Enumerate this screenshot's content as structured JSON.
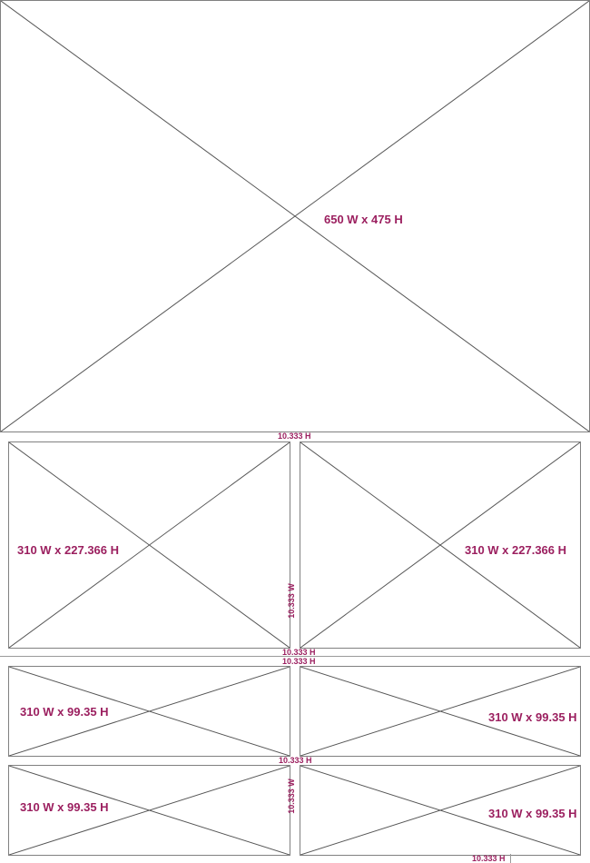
{
  "colors": {
    "label": "#9b1f5f",
    "line": "#808080"
  },
  "placeholders": {
    "hero": {
      "label": "650 W x 475 H"
    },
    "mid_left": {
      "label": "310 W x 227.366 H"
    },
    "mid_right": {
      "label": "310 W x 227.366 H"
    },
    "row1_left": {
      "label": "310 W x 99.35 H"
    },
    "row1_right": {
      "label": "310 W x 99.35 H"
    },
    "row2_left": {
      "label": "310 W x 99.35 H"
    },
    "row2_right": {
      "label": "310 W x 99.35 H"
    }
  },
  "gaps": {
    "top": "10.333 H",
    "mid_vertical": "10.333 W",
    "mid_bottom": "10.333 H",
    "lower_top": "10.333 H",
    "row_gap": "10.333 H",
    "lower_vertical": "10.333 W",
    "bottom": "10.333 H"
  }
}
